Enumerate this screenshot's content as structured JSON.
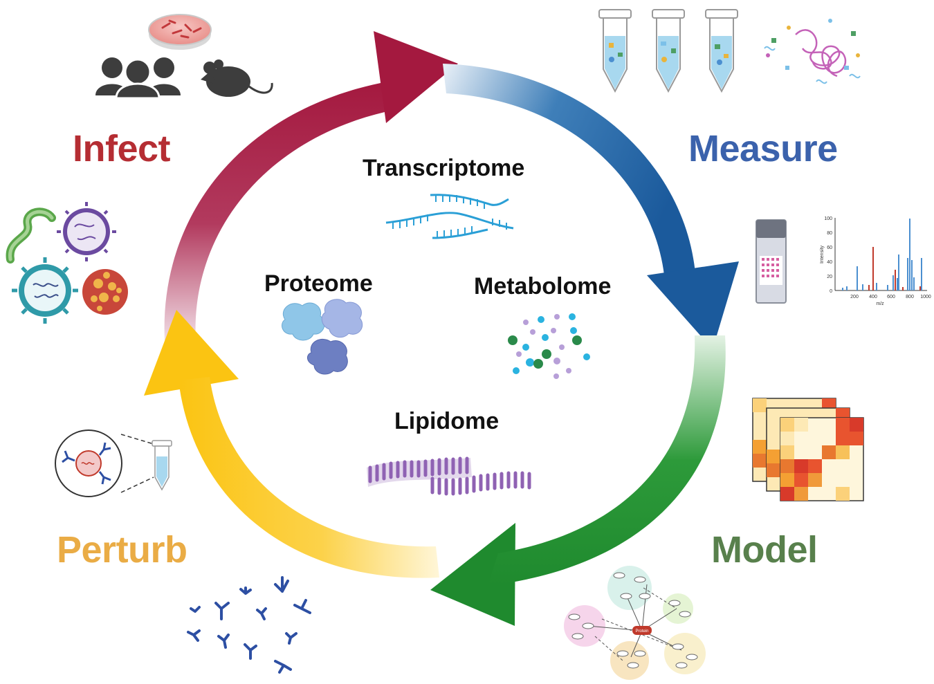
{
  "colors": {
    "infect": "#a4193f",
    "measure": "#1b5a9c",
    "model": "#1f8a2e",
    "perturb": "#fbc412",
    "infect_label": "#b52d33",
    "measure_label": "#3b62ac",
    "model_label": "#58804c",
    "perturb_label": "#eaac45",
    "rna": "#2a9fd6",
    "lipid": "#8f62b3"
  },
  "phases": {
    "infect": "Infect",
    "measure": "Measure",
    "model": "Model",
    "perturb": "Perturb"
  },
  "omics": {
    "transcriptome": "Transcriptome",
    "proteome": "Proteome",
    "metabolome": "Metabolome",
    "lipidome": "Lipidome"
  },
  "mass_spectrum": {
    "y_axis_label": "Intensity",
    "x_axis_label": "m/z",
    "y_ticks": [
      "100",
      "80",
      "60",
      "40",
      "20",
      "0"
    ],
    "x_ticks": [
      "200",
      "400",
      "600",
      "800",
      "1000"
    ]
  },
  "network": {
    "center_node_label": "Protein"
  },
  "icons": {
    "infect": [
      "petri-dish-icon",
      "people-icon",
      "mouse-icon",
      "virus-icons"
    ],
    "measure": [
      "sample-tube-icon",
      "biomolecule-mixture-icon",
      "microarray-slide-icon",
      "mass-spectrum-icon"
    ],
    "model": [
      "heatmap-stack-icon",
      "network-icon"
    ],
    "perturb": [
      "antibody-zoom-icon",
      "antibody-icons"
    ]
  }
}
